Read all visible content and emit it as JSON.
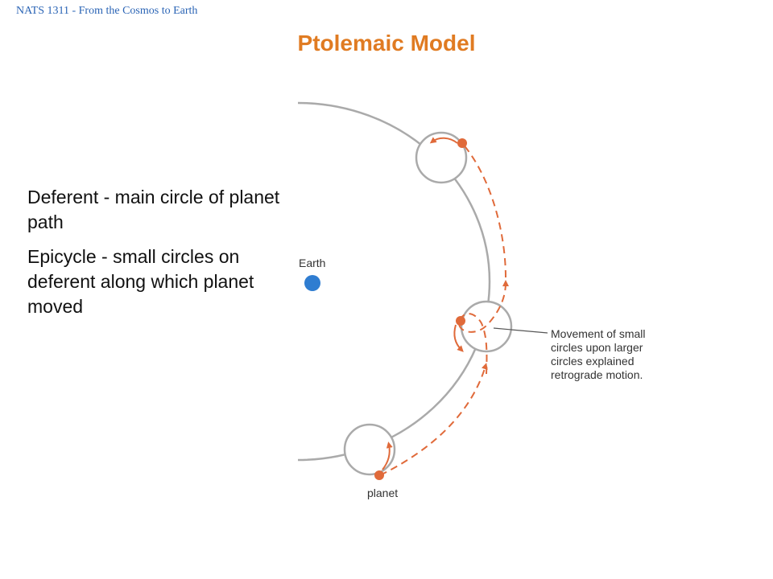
{
  "header": {
    "course": "NATS 1311 - From the Cosmos to Earth"
  },
  "title": "Ptolemaic Model",
  "bullets": [
    "Deferent - main circle of planet path",
    "Epicycle - small circles on deferent along which planet moved"
  ],
  "diagram": {
    "earth_label": "Earth",
    "planet_label": "planet",
    "annotation": [
      "Movement of small",
      "circles upon larger",
      "circles explained",
      "retrograde motion."
    ],
    "colors": {
      "orbit": "#aaaaaa",
      "path": "#e06a3a",
      "earth": "#2f7dd1"
    }
  }
}
